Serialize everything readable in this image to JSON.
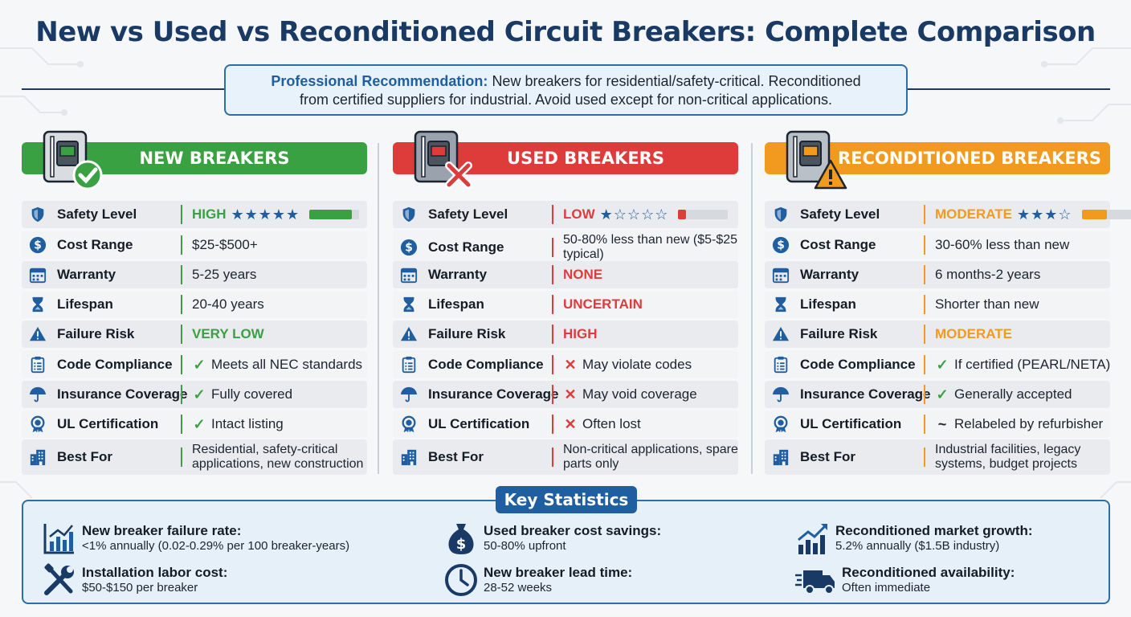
{
  "title": "New vs Used vs Reconditioned Circuit Breakers: Complete Comparison",
  "recommendation": {
    "label": "Professional Recommendation:",
    "line1": "New breakers for residential/safety-critical. Reconditioned",
    "line2": "from certified suppliers for industrial. Avoid used except for non-critical applications."
  },
  "row_labels": [
    "Safety Level",
    "Cost Range",
    "Warranty",
    "Lifespan",
    "Failure Risk",
    "Code Compliance",
    "Insurance Coverage",
    "UL Certification",
    "Best For"
  ],
  "row_icons": [
    "shield-icon",
    "dollar-icon",
    "calendar-icon",
    "hourglass-icon",
    "warning-icon",
    "checklist-icon",
    "umbrella-icon",
    "certificate-badge-icon",
    "building-icon"
  ],
  "columns": [
    {
      "header": "NEW BREAKERS",
      "color": "#3aa142",
      "header_icon": "breaker-checkmark-icon",
      "safety": {
        "level": "HIGH",
        "stars": "★★★★★",
        "rating": 5,
        "level_fill": 0.85
      },
      "cost": "$25-$500+",
      "warranty": "5-25 years",
      "lifespan": "20-40 years",
      "failure_risk": "VERY LOW",
      "code_compliance": {
        "mark": "✓",
        "text": "Meets all NEC standards"
      },
      "insurance": {
        "mark": "✓",
        "text": "Fully covered"
      },
      "ul": {
        "mark": "✓",
        "text": "Intact listing"
      },
      "best_for": "Residential, safety-critical applications, new construction"
    },
    {
      "header": "USED BREAKERS",
      "color": "#de3b3b",
      "header_icon": "breaker-x-icon",
      "safety": {
        "level": "LOW",
        "stars": "★☆☆☆☆",
        "rating": 1,
        "level_fill": 0.15
      },
      "cost": "50-80% less than new ($5-$25 typical)",
      "warranty": "NONE",
      "lifespan": "UNCERTAIN",
      "failure_risk": "HIGH",
      "code_compliance": {
        "mark": "✕",
        "text": "May violate codes"
      },
      "insurance": {
        "mark": "✕",
        "text": "May void coverage"
      },
      "ul": {
        "mark": "✕",
        "text": "Often lost"
      },
      "best_for": "Non-critical applications, spare parts only"
    },
    {
      "header": "RECONDITIONED BREAKERS",
      "color": "#f29a1f",
      "header_icon": "breaker-warning-icon",
      "safety": {
        "level": "MODERATE",
        "stars": "★★★☆",
        "rating": 3,
        "level_fill": 0.5
      },
      "cost": "30-60% less than new",
      "warranty": "6 months-2 years",
      "lifespan": "Shorter than new",
      "failure_risk": "MODERATE",
      "code_compliance": {
        "mark": "✓",
        "text": "If certified (PEARL/NETA)"
      },
      "insurance": {
        "mark": "✓",
        "text": "Generally accepted"
      },
      "ul": {
        "mark": "~",
        "text": "Relabeled by refurbisher"
      },
      "best_for": "Industrial facilities, legacy systems, budget projects"
    }
  ],
  "stats": {
    "title": "Key Statistics",
    "items": [
      {
        "icon": "bar-chart-icon",
        "label": "New breaker failure rate:",
        "value": "<1% annually (0.02-0.29% per 100 breaker-years)"
      },
      {
        "icon": "money-bag-icon",
        "label": "Used breaker cost savings:",
        "value": "50-80% upfront"
      },
      {
        "icon": "growth-chart-icon",
        "label": "Reconditioned market growth:",
        "value": "5.2% annually ($1.5B industry)"
      },
      {
        "icon": "tools-icon",
        "label": "Installation labor cost:",
        "value": "$50-$150 per breaker"
      },
      {
        "icon": "clock-icon",
        "label": "New breaker lead time:",
        "value": "28-52 weeks"
      },
      {
        "icon": "truck-icon",
        "label": "Reconditioned availability:",
        "value": "Often immediate"
      }
    ]
  },
  "colors": {
    "navy": "#1a3a66",
    "blue": "#1f5ea0",
    "green": "#3aa142",
    "red": "#de3b3b",
    "orange": "#f29a1f"
  }
}
